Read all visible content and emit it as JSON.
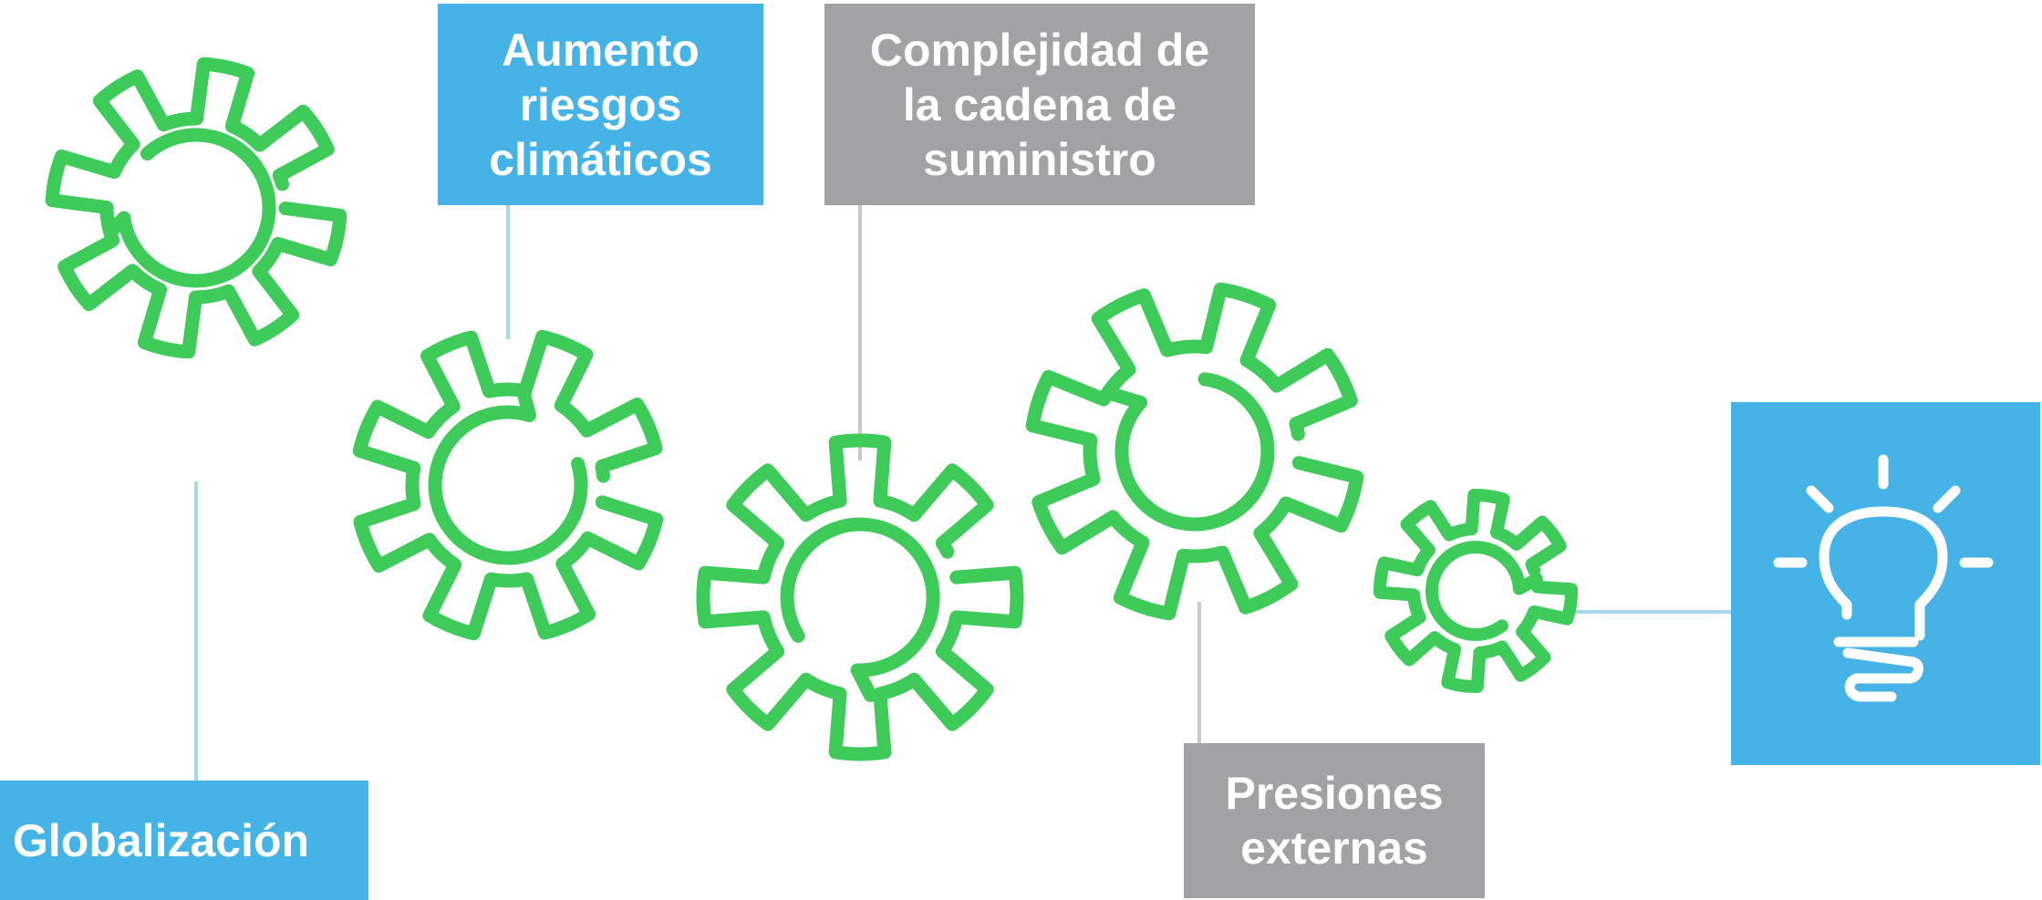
{
  "labels": {
    "globalizacion": "Globalización",
    "aumento": "Aumento\nriesgos\nclimáticos",
    "complejidad": "Complejidad de\nla cadena de\nsuministro",
    "presiones": "Presiones\nexternas"
  },
  "icons": {
    "gear": "gear-icon",
    "bulb": "lightbulb-icon"
  },
  "colors": {
    "gear_green": "#3ecb5a",
    "box_blue": "#45b3e6",
    "box_gray": "#a2a2a5",
    "connector_blue": "#a8d6ee",
    "connector_gray": "#c9c9cc",
    "text_white": "#ffffff"
  }
}
